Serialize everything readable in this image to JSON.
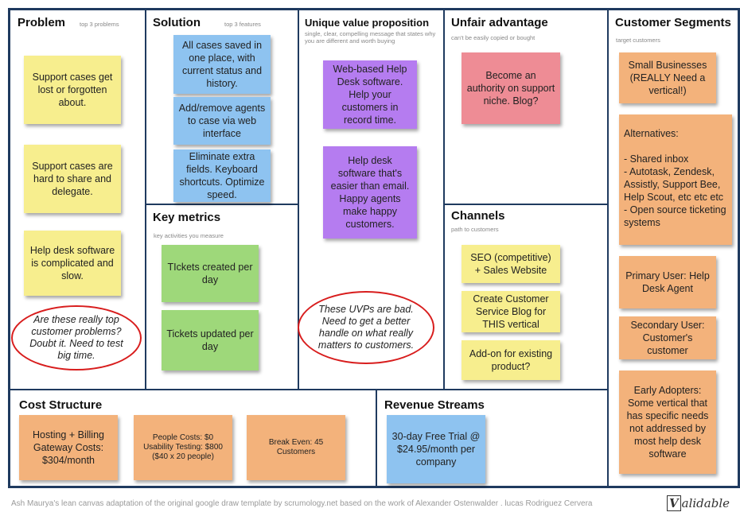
{
  "problem": {
    "title": "Problem",
    "subtitle": "top 3 problems",
    "notes": [
      "Support cases get lost or forgotten about.",
      "Support cases are hard to share and delegate.",
      "Help desk software is complicated and slow."
    ],
    "annotation": "Are these really top customer problems? Doubt it.  Need to test big time."
  },
  "solution": {
    "title": "Solution",
    "subtitle": "top 3 features",
    "notes": [
      "All cases saved in one place, with current status and history.",
      "Add/remove agents to case via web interface",
      "Eliminate extra fields. Keyboard shortcuts. Optimize speed."
    ]
  },
  "key_metrics": {
    "title": "Key metrics",
    "subtitle": "key activities you measure",
    "notes": [
      "TIckets created per day",
      "Tickets updated per day"
    ]
  },
  "uvp": {
    "title": "Unique value proposition",
    "subtitle": "single, clear, compelling message that states why you are different and worth buying",
    "notes": [
      "Web-based Help Desk software. Help your customers in record time.",
      "Help desk software that's easier than email. Happy agents make happy customers."
    ],
    "annotation": "These UVPs are bad. Need to get a better handle on what really matters to customers."
  },
  "unfair_advantage": {
    "title": "Unfair advantage",
    "subtitle": "can't be easily copied or bought",
    "notes": [
      "Become an authority on support niche. Blog?"
    ]
  },
  "channels": {
    "title": "Channels",
    "subtitle": "path to customers",
    "notes": [
      "SEO (competitive) + Sales Website",
      "Create Customer Service Blog for THIS vertical",
      "Add-on for existing product?"
    ]
  },
  "customer_segments": {
    "title": "Customer Segments",
    "subtitle": "target customers",
    "notes": [
      "Small Businesses (REALLY Need a vertical!)",
      "Alternatives:\n\n- Shared inbox\n- Autotask, Zendesk, Assistly, Support Bee, Help Scout, etc etc etc\n- Open source ticketing systems",
      "Primary User: Help Desk Agent",
      "Secondary User: Customer's customer",
      "Early Adopters: Some vertical that has specific needs not addressed by most help desk software"
    ]
  },
  "cost_structure": {
    "title": "Cost Structure",
    "notes": [
      "Hosting + Billing Gateway Costs: $304/month",
      "People Costs:  $0\nUsability Testing: $800\n($40 x 20 people)",
      "Break Even:  45 Customers"
    ]
  },
  "revenue_streams": {
    "title": "Revenue Streams",
    "notes": [
      "30-day Free Trial @ $24.95/month per company"
    ]
  },
  "footer": {
    "credit": "Ash Maurya's lean canvas adaptation of the original google draw template by scrumology.net based on the work of Alexander Ostenwalder . lucas Rodriguez Cervera",
    "brand_mark": "V",
    "brand_text": "alidable"
  }
}
